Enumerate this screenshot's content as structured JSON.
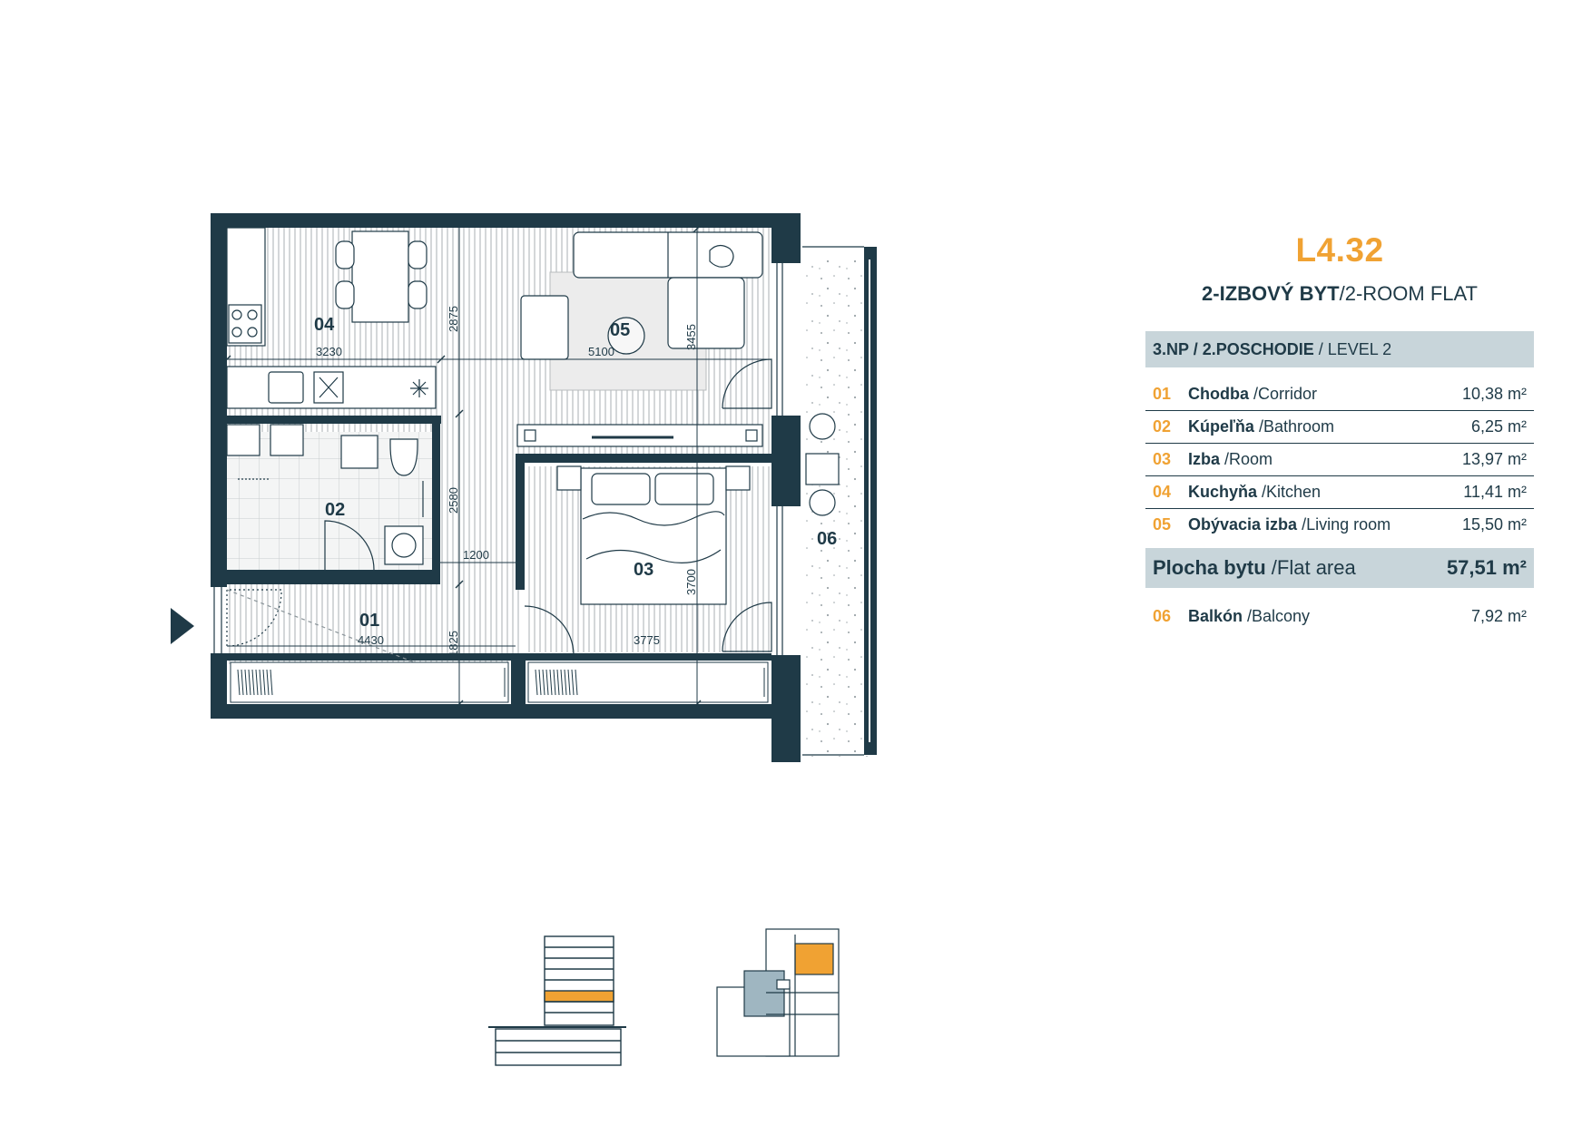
{
  "plan": {
    "rooms": [
      {
        "id": "01"
      },
      {
        "id": "02"
      },
      {
        "id": "03"
      },
      {
        "id": "04"
      },
      {
        "id": "05"
      },
      {
        "id": "06"
      }
    ],
    "dimensions": {
      "d3230": "3230",
      "d5100": "5100",
      "d2875": "2875",
      "d3455": "3455",
      "d2580": "2580",
      "d1200": "1200",
      "d3700": "3700",
      "d4430": "4430",
      "d1825": "1825",
      "d3775": "3775"
    }
  },
  "info": {
    "unit_code": "L4.32",
    "flat_type_bold": "2-IZBOVÝ BYT",
    "flat_type_rest": "/2-ROOM FLAT",
    "level_bold": "3.NP / 2.POSCHODIE",
    "level_rest": " / LEVEL 2",
    "rooms": [
      {
        "num": "01",
        "name": "Chodba",
        "en": " /Corridor",
        "area": "10,38 m²"
      },
      {
        "num": "02",
        "name": "Kúpeľňa",
        "en": " /Bathroom",
        "area": "6,25 m²"
      },
      {
        "num": "03",
        "name": "Izba",
        "en": " /Room",
        "area": "13,97 m²"
      },
      {
        "num": "04",
        "name": "Kuchyňa",
        "en": " /Kitchen",
        "area": "11,41 m²"
      },
      {
        "num": "05",
        "name": "Obývacia izba",
        "en": " /Living room",
        "area": "15,50 m²"
      }
    ],
    "total": {
      "name": "Plocha bytu",
      "en": " /Flat area",
      "area": "57,51 m²"
    },
    "balcony": {
      "num": "06",
      "name": "Balkón",
      "en": " /Balcony",
      "area": "7,92 m²"
    }
  },
  "colors": {
    "wall": "#1f3a47",
    "accent": "#f0a233",
    "band": "#c8d5da",
    "floor_stripe": "#cfd3d5",
    "locator_blue": "#9fb6c1"
  }
}
